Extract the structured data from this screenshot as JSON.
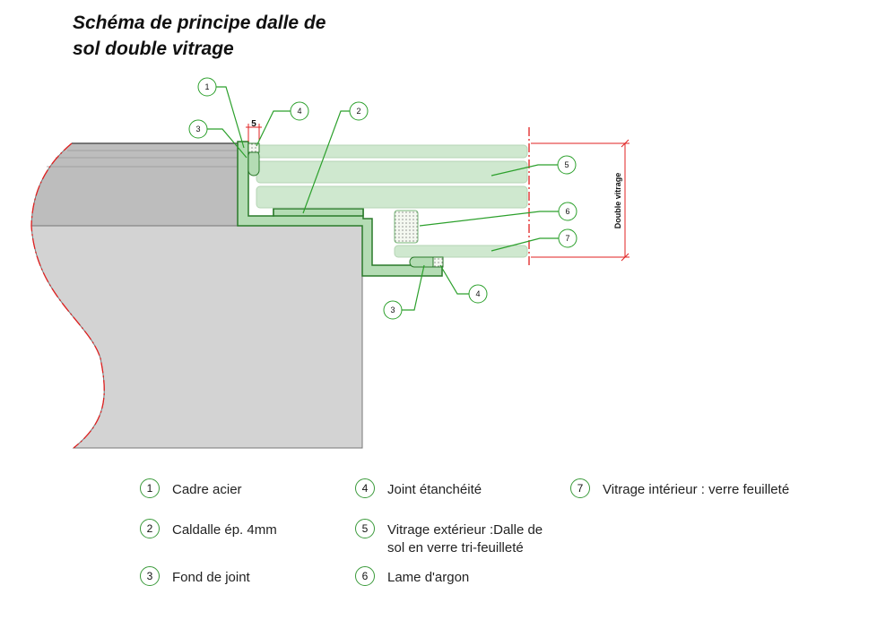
{
  "title": {
    "line1": "Schéma de principe dalle de",
    "line2": "sol double vitrage"
  },
  "dimension": {
    "joint_width": "5",
    "height_label": "Double vitrage"
  },
  "callouts": [
    "1",
    "2",
    "3",
    "4",
    "5",
    "6",
    "7",
    "3",
    "4"
  ],
  "legend": [
    {
      "num": "1",
      "lines": [
        "Cadre acier"
      ]
    },
    {
      "num": "2",
      "lines": [
        "Caldalle ép. 4mm"
      ]
    },
    {
      "num": "3",
      "lines": [
        "Fond de joint"
      ]
    },
    {
      "num": "4",
      "lines": [
        "Joint étanchéité"
      ]
    },
    {
      "num": "5",
      "lines": [
        "Vitrage extérieur :Dalle de",
        "sol en verre tri-feuilleté"
      ]
    },
    {
      "num": "6",
      "lines": [
        "Lame d'argon"
      ]
    },
    {
      "num": "7",
      "lines": [
        "Vitrage intérieur : verre feuilleté"
      ]
    }
  ],
  "colors": {
    "leader": "#2ca02c",
    "glass": "#cfe8cf",
    "frame": "#b4dcb4",
    "section": "#d3d3d3",
    "cut_line": "#e02020"
  }
}
